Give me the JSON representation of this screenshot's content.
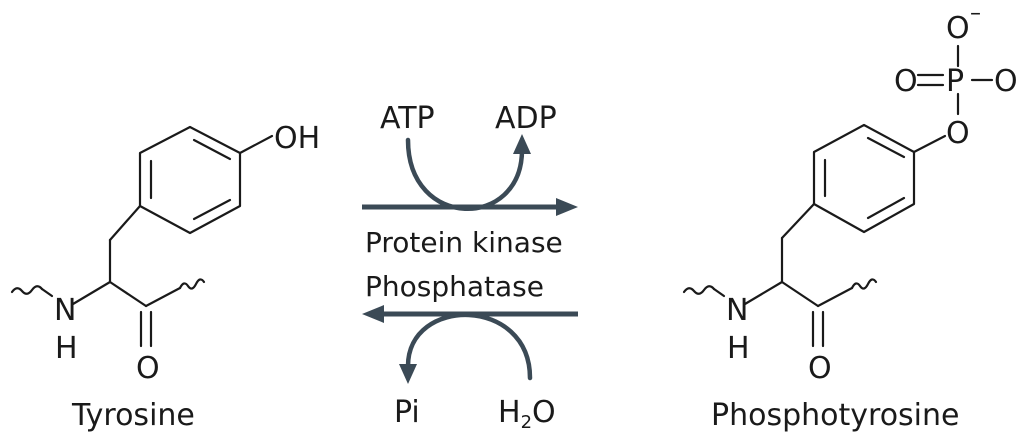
{
  "tyrosine": {
    "name": "Tyrosine",
    "hydroxyl": "OH",
    "amide_n": "N",
    "amide_h": "H",
    "carbonyl_o": "O"
  },
  "phosphotyrosine": {
    "name": "Phosphotyrosine",
    "phosphorus": "P",
    "oxygen": "O",
    "charge": "–",
    "amide_n": "N",
    "amide_h": "H",
    "carbonyl_o": "O"
  },
  "forward": {
    "substrate": "ATP",
    "product": "ADP",
    "enzyme": "Protein kinase"
  },
  "reverse": {
    "enzyme": "Phosphatase",
    "product": "Pi",
    "substrate_main": "H",
    "substrate_sub": "2",
    "substrate_tail": "O"
  },
  "colors": {
    "arrow": "#3b4a56",
    "ink": "#1a1a1a"
  }
}
